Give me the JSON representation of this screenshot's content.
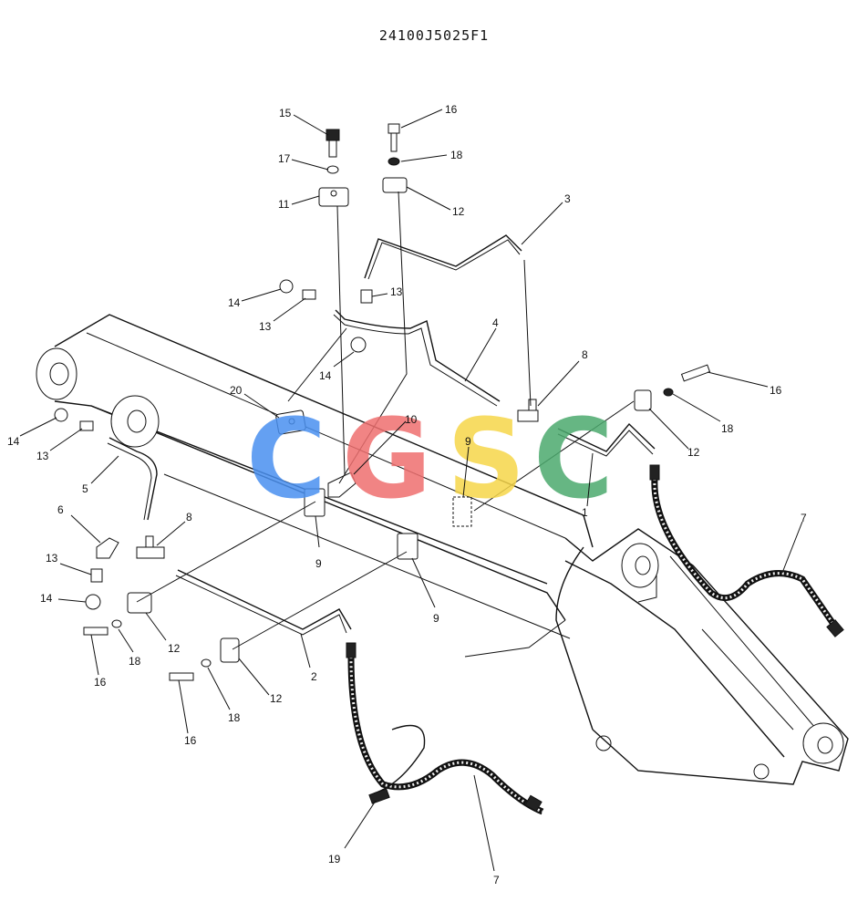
{
  "header": {
    "part_code": "24100J5025F1"
  },
  "watermark": {
    "letters": [
      {
        "char": "C",
        "color": "#4a90f0"
      },
      {
        "char": "G",
        "color": "#ef6f6f"
      },
      {
        "char": "S",
        "color": "#f6d64a"
      },
      {
        "char": "C",
        "color": "#4caa6e"
      }
    ]
  },
  "callouts": [
    {
      "text": "15"
    },
    {
      "text": "16"
    },
    {
      "text": "17"
    },
    {
      "text": "18"
    },
    {
      "text": "11"
    },
    {
      "text": "12"
    },
    {
      "text": "3"
    },
    {
      "text": "14"
    },
    {
      "text": "13"
    },
    {
      "text": "13"
    },
    {
      "text": "4"
    },
    {
      "text": "14"
    },
    {
      "text": "8"
    },
    {
      "text": "16"
    },
    {
      "text": "20"
    },
    {
      "text": "10"
    },
    {
      "text": "18"
    },
    {
      "text": "14"
    },
    {
      "text": "13"
    },
    {
      "text": "9"
    },
    {
      "text": "12"
    },
    {
      "text": "5"
    },
    {
      "text": "1"
    },
    {
      "text": "7"
    },
    {
      "text": "6"
    },
    {
      "text": "8"
    },
    {
      "text": "9"
    },
    {
      "text": "13"
    },
    {
      "text": "9"
    },
    {
      "text": "14"
    },
    {
      "text": "12"
    },
    {
      "text": "16"
    },
    {
      "text": "18"
    },
    {
      "text": "2"
    },
    {
      "text": "12"
    },
    {
      "text": "16"
    },
    {
      "text": "18"
    },
    {
      "text": "19"
    },
    {
      "text": "7"
    }
  ]
}
